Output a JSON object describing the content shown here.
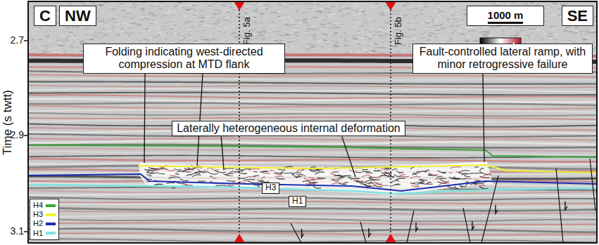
{
  "diagram": {
    "nodes": [
      {
        "text": [
          "C"
        ]
      },
      {
        "text": [
          "NW"
        ]
      },
      {
        "text": [
          "1000 m"
        ]
      },
      {
        "text": [
          "SE"
        ]
      },
      {
        "text": [
          "Folding indicating west-directed compression at MTD flank"
        ]
      },
      {
        "text": [
          "Fault-controlled lateral ramp, with minor retrogressive failure"
        ]
      },
      {
        "text": [
          "Laterally heterogeneous internal deformation"
        ]
      },
      {
        "text": [
          "H3"
        ]
      },
      {
        "text": [
          "H1"
        ]
      }
    ],
    "labels": [
      "2.7",
      "2.9",
      "3.1",
      "Time (s twtt)",
      "Fig. 5a",
      "Fig. 5b",
      "-",
      "+"
    ],
    "legend": [
      {
        "text": "H4",
        "color": "#3aa63a"
      },
      {
        "text": "H3",
        "color": "#f2f230"
      },
      {
        "text": "H2",
        "color": "#1a2fb0"
      },
      {
        "text": "H1",
        "color": "#7fe3e3"
      }
    ]
  }
}
